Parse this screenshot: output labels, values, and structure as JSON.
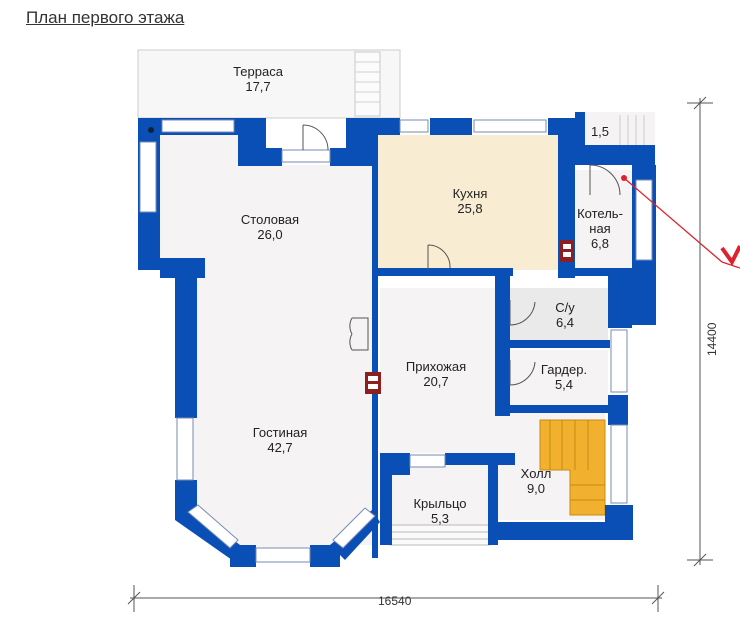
{
  "title": "План первого этажа",
  "colors": {
    "wall": "#0a4fb5",
    "floor": "#f5f3f3",
    "kitchen_floor": "#f8ecd3",
    "stairs": "#f1b12f",
    "terrace": "#f7f7f7",
    "wc": "#eaeaea",
    "chimney": "#8c1f1f",
    "pointer": "#e0202b"
  },
  "rooms": [
    {
      "name": "Терраса",
      "area": "17,7"
    },
    {
      "name": "Столовая",
      "area": "26,0"
    },
    {
      "name": "Кухня",
      "area": "25,8"
    },
    {
      "name": "Котель-",
      "name2": "ная",
      "area": "6,8"
    },
    {
      "name": "С/у",
      "area": "6,4"
    },
    {
      "name": "Прихожая",
      "area": "20,7"
    },
    {
      "name": "Гардер.",
      "area": "5,4"
    },
    {
      "name": "Гостиная",
      "area": "42,7"
    },
    {
      "name": "Холл",
      "area": "9,0"
    },
    {
      "name": "Крыльцо",
      "area": "5,3"
    },
    {
      "name": "",
      "area": "1,5"
    }
  ],
  "dimensions": {
    "width": "16540",
    "height": "14400"
  }
}
